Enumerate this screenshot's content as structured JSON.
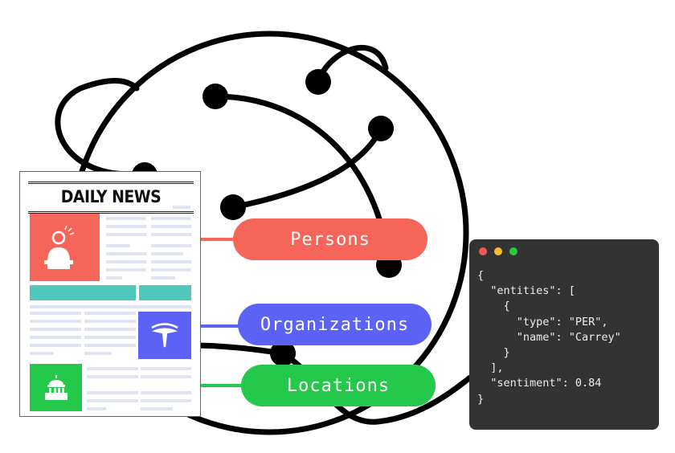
{
  "newspaper": {
    "title": "DAILY NEWS"
  },
  "entities": [
    {
      "label": "Persons",
      "color": "#F6655A"
    },
    {
      "label": "Organizations",
      "color": "#5B62F5"
    },
    {
      "label": "Locations",
      "color": "#24C84A"
    }
  ],
  "colors": {
    "banner": "#4FC7BA",
    "code_bg": "#333333"
  },
  "code": {
    "window_buttons": [
      "#EE5A52",
      "#F6BE2E",
      "#2AC73F"
    ],
    "lines": [
      "{",
      "  \"entities\": [",
      "    {",
      "      \"type\": \"PER\",",
      "      \"name\": \"Carrey\"",
      "    }",
      "  ],",
      "  \"sentiment\": 0.84",
      "}"
    ]
  }
}
